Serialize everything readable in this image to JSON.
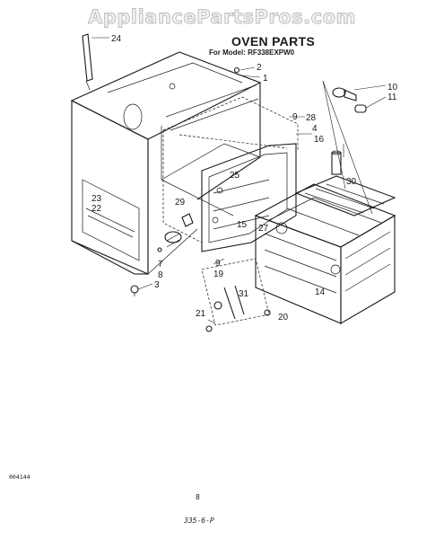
{
  "watermark": "AppliancePartsPros.com",
  "title": "OVEN PARTS",
  "model_line": "For Model: RF338EXPW0",
  "footer": {
    "code": "004144",
    "page_number": "8",
    "ref": "335-6-P"
  },
  "callouts": [
    "24",
    "2",
    "1",
    "10",
    "11",
    "9",
    "28",
    "4",
    "16",
    "25",
    "30",
    "27",
    "29",
    "23",
    "22",
    "15",
    "7",
    "8",
    "3",
    "9",
    "19",
    "31",
    "14",
    "21",
    "20"
  ]
}
